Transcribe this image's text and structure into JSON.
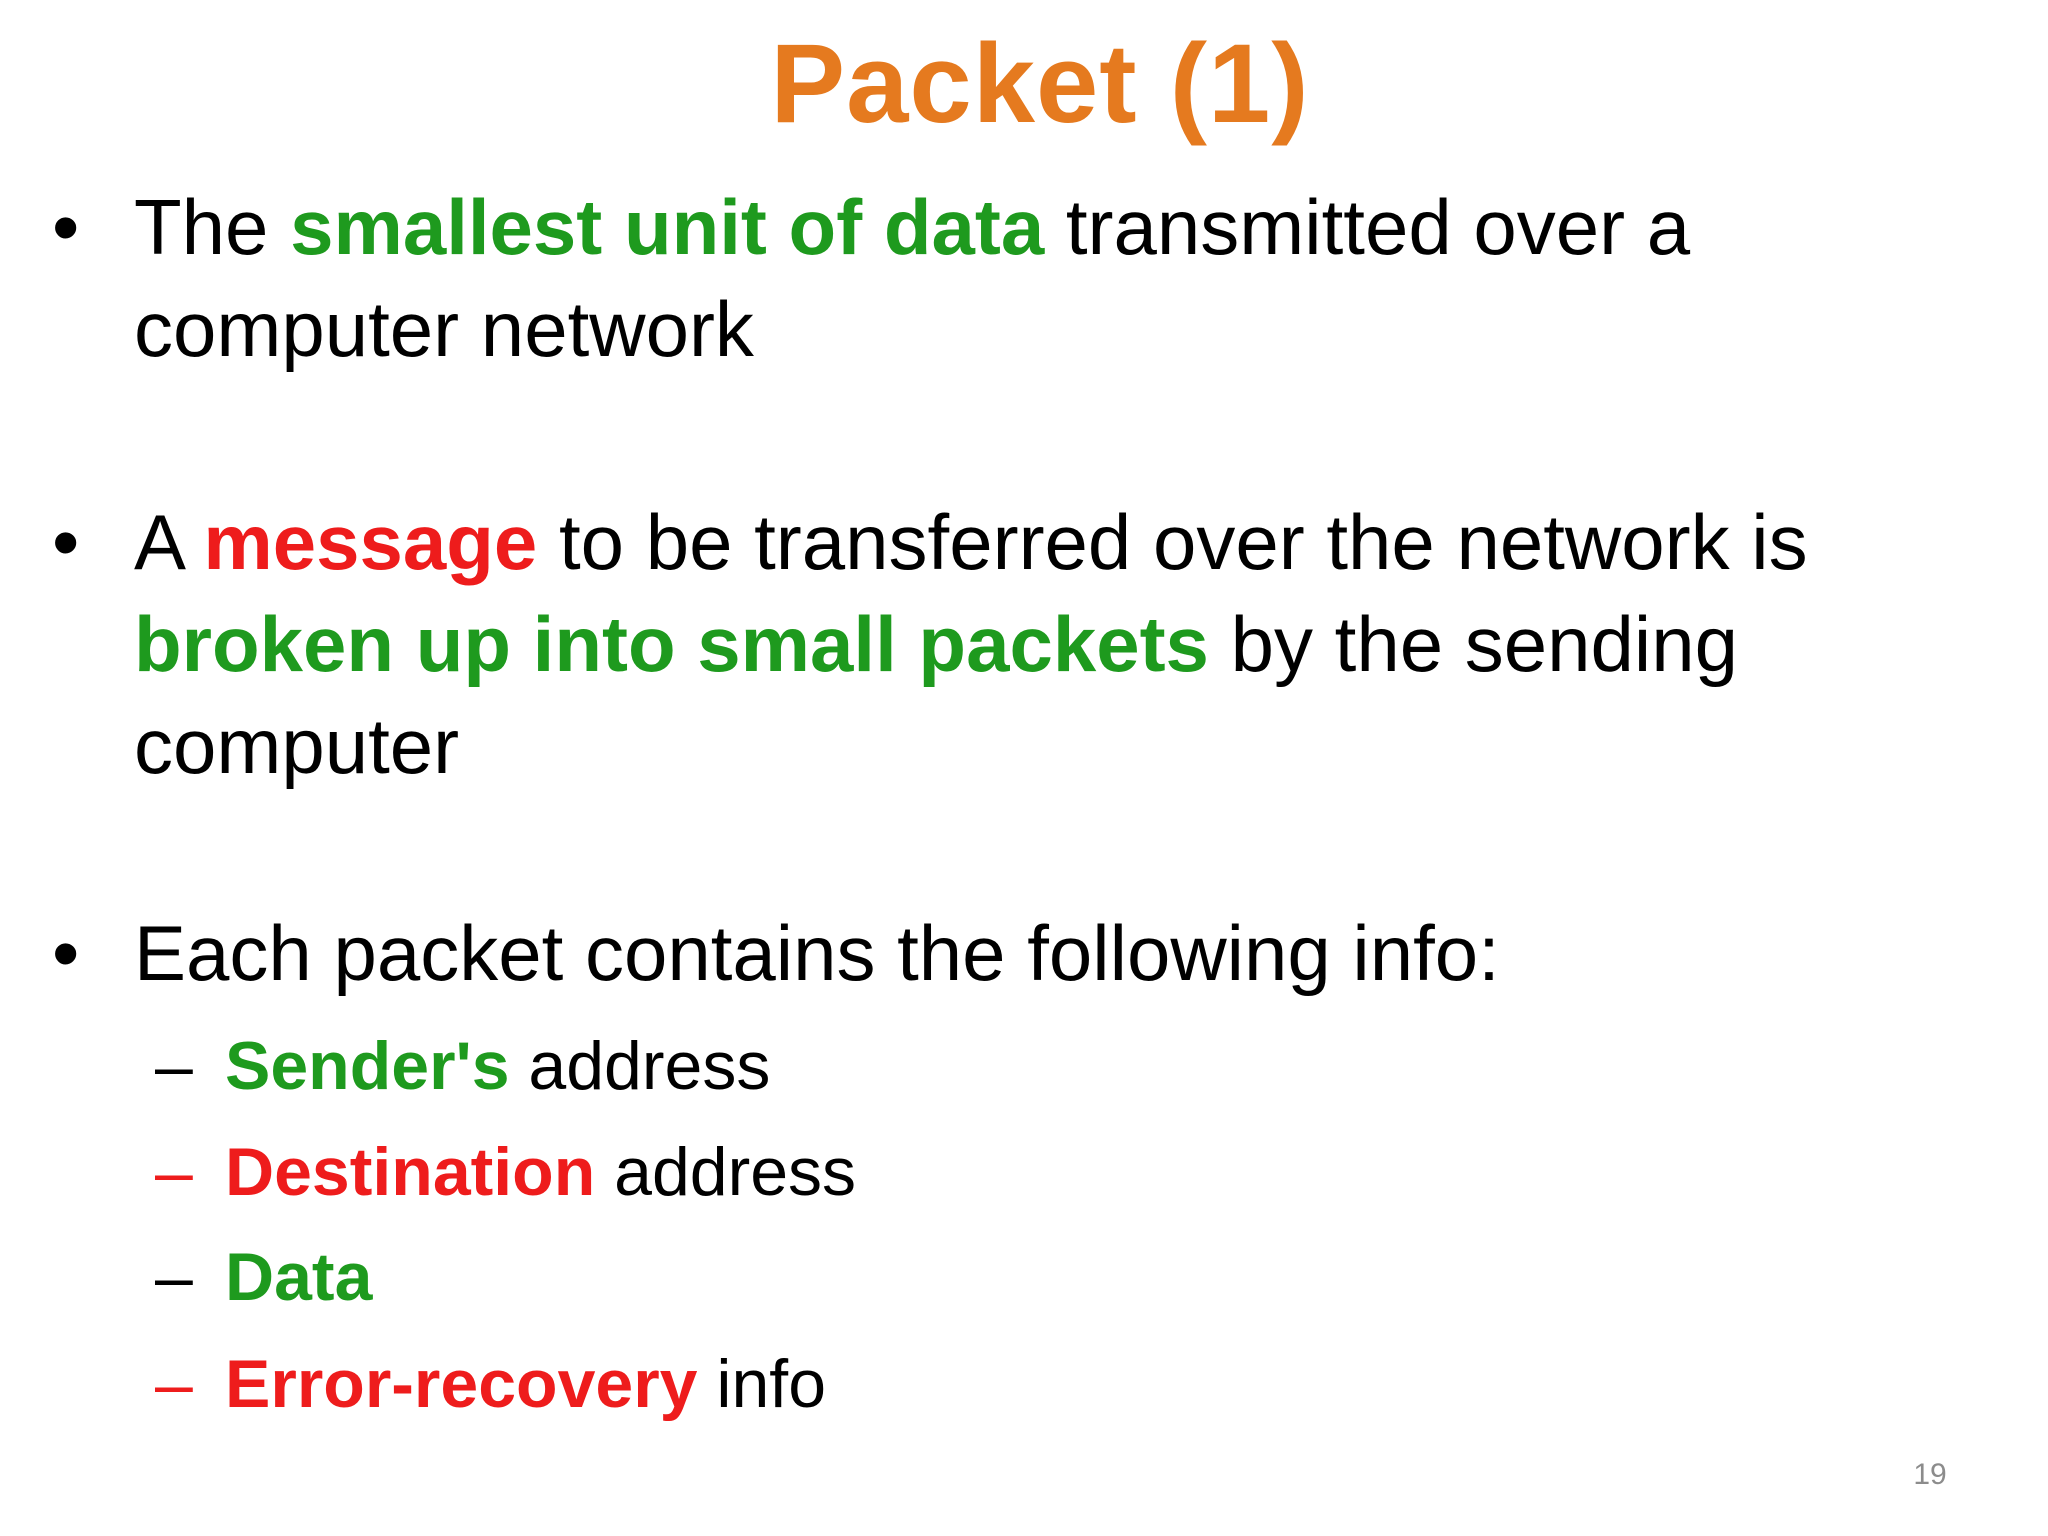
{
  "slide": {
    "title": "Packet (1)",
    "bullets": [
      {
        "marker": "•",
        "parts": [
          "The ",
          "smallest unit of data",
          " transmitted over a",
          "computer network"
        ]
      },
      {
        "marker": "•",
        "parts": [
          "A ",
          "message",
          " to be transferred over the network is",
          "broken up into small packets",
          " by the sending",
          "computer"
        ]
      },
      {
        "marker": "•",
        "parts": [
          "Each packet contains the following info:"
        ]
      }
    ],
    "subitems": [
      {
        "dash": "–",
        "highlight": "Sender's",
        "rest": " address"
      },
      {
        "dash": "–",
        "highlight": "Destination",
        "rest": " address"
      },
      {
        "dash": "–",
        "highlight": "Data",
        "rest": ""
      },
      {
        "dash": "–",
        "highlight": "Error-recovery",
        "rest": " info"
      }
    ],
    "page_number": "19"
  },
  "colors": {
    "title": "#e57a1f",
    "green_emphasis": "#1e9a1e",
    "red_emphasis": "#ee1c1c",
    "text": "#000000",
    "page_number": "#8c8c8c"
  }
}
